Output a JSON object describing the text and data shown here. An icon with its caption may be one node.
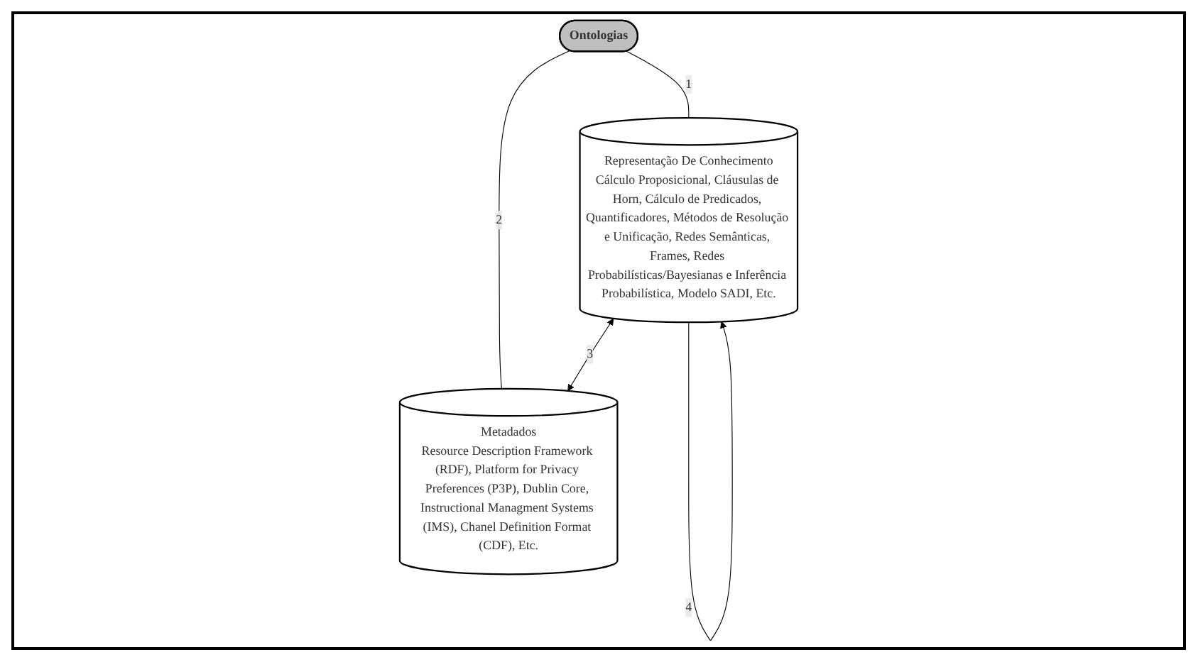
{
  "diagram": {
    "nodes": [
      {
        "text": [
          "Ontologias"
        ]
      },
      {
        "text": [
          "Representação De Conhecimento",
          "Cálculo Proposicional, Cláusulas de Horn, Cálculo de Predicados, Quantificadores, Métodos de Resolução e Unificação, Redes Semânticas, Frames, Redes Probabilísticas/Bayesianas e Inferência Probabilística, Modelo SADI, Etc."
        ]
      },
      {
        "text": [
          "Metadados",
          "Resource Description Framework (RDF), Platform for Privacy Preferences (P3P), Dublin Core, Instructional Managment Systems (IMS), Chanel Definition Format (CDF), Etc."
        ]
      }
    ],
    "edges": [
      {
        "from": 0,
        "to": 1,
        "arrow": "none",
        "label": "1"
      },
      {
        "from": 0,
        "to": 2,
        "arrow": "none",
        "label": "2"
      },
      {
        "from": 1,
        "to": 2,
        "arrow": "both",
        "label": "3"
      },
      {
        "from": 1,
        "to": 1,
        "arrow": "to",
        "label": "4"
      }
    ]
  }
}
